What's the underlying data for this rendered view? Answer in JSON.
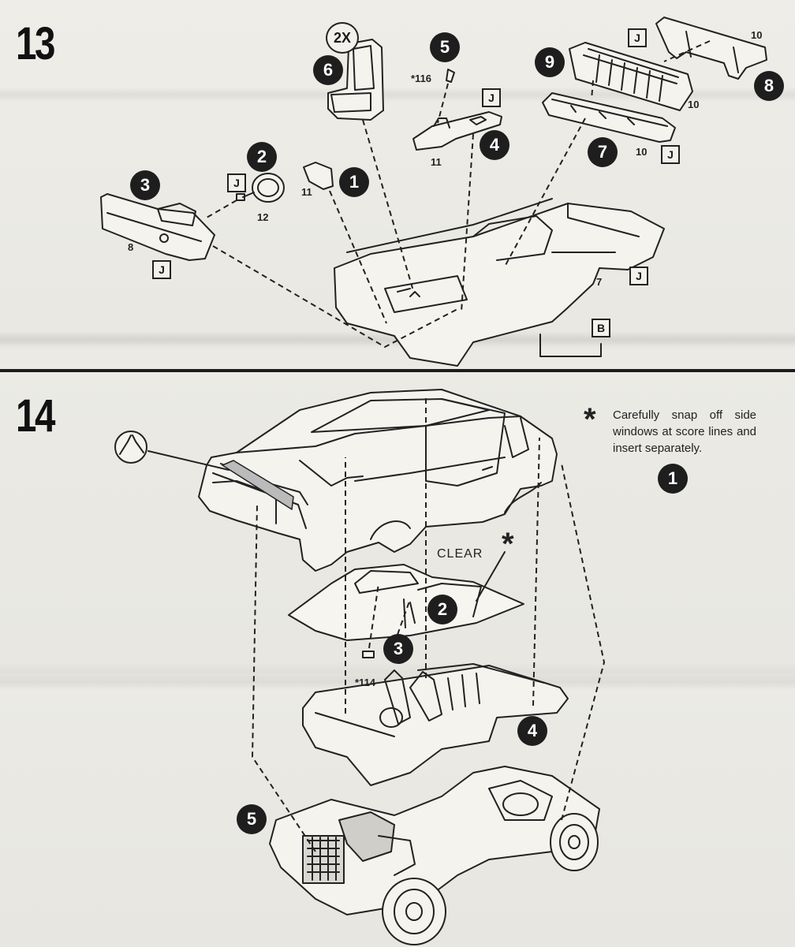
{
  "step13": {
    "number": "13",
    "callouts": [
      "1",
      "2",
      "3",
      "4",
      "5",
      "6",
      "7",
      "8",
      "9"
    ],
    "multiplier": "2X",
    "box_letter": "J",
    "box_letter_b": "B",
    "labels": {
      "part_1": "11",
      "part_2": "12",
      "part_3": "8",
      "part_4": "11",
      "part_5": "*116",
      "part_7": "10",
      "part_8": "10",
      "part_9": "10",
      "tub": "7"
    }
  },
  "step14": {
    "number": "14",
    "note": "Carefully snap off side windows at score lines and insert separately.",
    "note_star": "*",
    "note_callout": "1",
    "clear_label": "CLEAR",
    "clear_star": "*",
    "part_114": "*114",
    "callouts": [
      "2",
      "3",
      "4",
      "5"
    ]
  }
}
